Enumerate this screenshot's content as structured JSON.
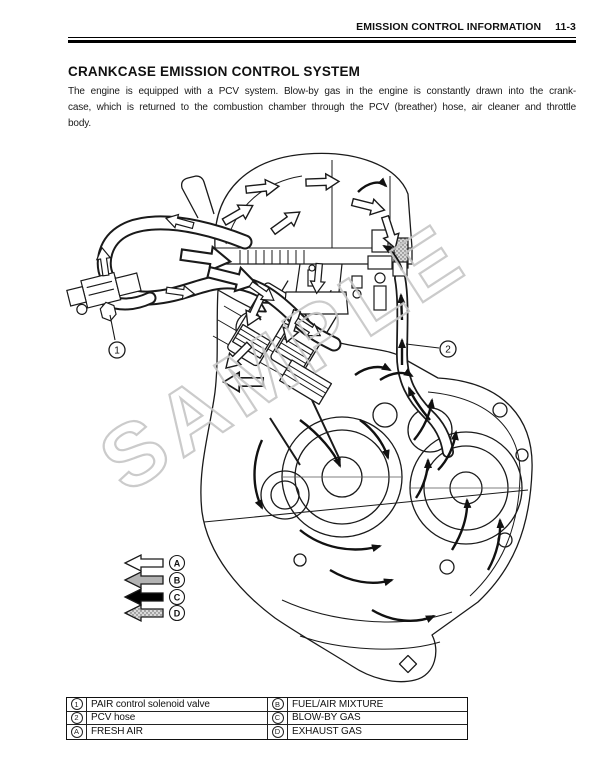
{
  "header": {
    "title": "EMISSION CONTROL INFORMATION",
    "page_number": "11-3"
  },
  "section": {
    "title": "CRANKCASE EMISSION CONTROL SYSTEM",
    "body_lines": [
      "The engine is equipped with a PCV system. Blow-by gas in the engine is constantly drawn into the crank-",
      "case, which is returned to the combustion chamber through the PCV (breather) hose, air cleaner and throttle",
      "body."
    ]
  },
  "diagram": {
    "watermark": "SAMPLE",
    "callouts": [
      "1",
      "2"
    ],
    "legend": [
      {
        "symbol": "A",
        "arrow_style": "white-outline"
      },
      {
        "symbol": "B",
        "arrow_style": "gray-shaded"
      },
      {
        "symbol": "C",
        "arrow_style": "solid-black"
      },
      {
        "symbol": "D",
        "arrow_style": "stippled"
      }
    ]
  },
  "colors": {
    "ink": "#1a1a1a",
    "watermark_gray": "#c6c6c6",
    "paper": "#ffffff"
  },
  "table": {
    "rows": [
      {
        "left_symbol": "1",
        "left_label": "PAIR control solenoid valve",
        "right_symbol": "B",
        "right_label": "FUEL/AIR MIXTURE"
      },
      {
        "left_symbol": "2",
        "left_label": "PCV hose",
        "right_symbol": "C",
        "right_label": "BLOW-BY GAS"
      },
      {
        "left_symbol": "A",
        "left_label": "FRESH AIR",
        "right_symbol": "D",
        "right_label": "EXHAUST GAS"
      }
    ]
  }
}
